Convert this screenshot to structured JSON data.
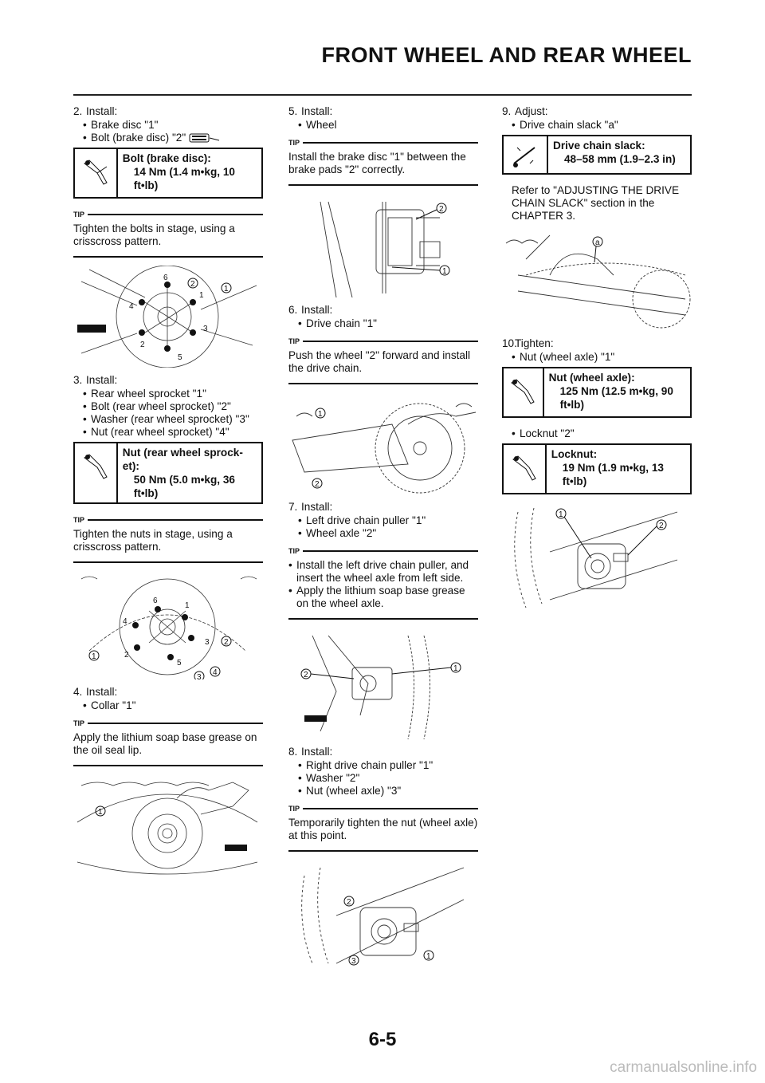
{
  "header": {
    "title": "FRONT WHEEL AND REAR WHEEL"
  },
  "page_number": "6-5",
  "watermark": "carmanualsonline.info",
  "callouts": {
    "c1": "1",
    "c2": "2",
    "c3": "3",
    "c4": "4",
    "c5": "5",
    "c6": "6",
    "ca": "a"
  },
  "col1": {
    "step2": {
      "num": "2.",
      "title": "Install:",
      "b1": "Brake disc \"1\"",
      "b2": "Bolt (brake disc) \"2\""
    },
    "box1": {
      "title": "Bolt (brake disc):",
      "value": "14 Nm (1.4 m•kg, 10 ft•lb)"
    },
    "tip1": {
      "label": "TIP",
      "text": "Tighten the bolts in stage, using a crisscross pattern."
    },
    "step3": {
      "num": "3.",
      "title": "Install:",
      "b1": "Rear wheel sprocket \"1\"",
      "b2": "Bolt (rear wheel sprocket) \"2\"",
      "b3": "Washer (rear wheel sprocket) \"3\"",
      "b4": "Nut (rear wheel sprocket) \"4\""
    },
    "box2": {
      "title": "Nut (rear wheel sprock-et):",
      "value": "50 Nm (5.0 m•kg, 36 ft•lb)"
    },
    "tip2": {
      "label": "TIP",
      "text": "Tighten the nuts in stage, using a crisscross pattern."
    },
    "step4": {
      "num": "4.",
      "title": "Install:",
      "b1": "Collar \"1\""
    },
    "tip3": {
      "label": "TIP",
      "text": "Apply the lithium soap base grease on the oil seal lip."
    }
  },
  "col2": {
    "step5": {
      "num": "5.",
      "title": "Install:",
      "b1": "Wheel"
    },
    "tip1": {
      "label": "TIP",
      "text": "Install the brake disc \"1\" between the brake pads \"2\" correctly."
    },
    "step6": {
      "num": "6.",
      "title": "Install:",
      "b1": "Drive chain \"1\""
    },
    "tip2": {
      "label": "TIP",
      "text": "Push the wheel \"2\" forward and install the drive chain."
    },
    "step7": {
      "num": "7.",
      "title": "Install:",
      "b1": "Left drive chain puller \"1\"",
      "b2": "Wheel axle \"2\""
    },
    "tip3": {
      "label": "TIP",
      "b1": "Install the left drive chain puller, and insert the wheel axle from left side.",
      "b2": "Apply the lithium soap base grease on the wheel axle."
    },
    "step8": {
      "num": "8.",
      "title": "Install:",
      "b1": "Right drive chain puller \"1\"",
      "b2": "Washer \"2\"",
      "b3": "Nut (wheel axle) \"3\""
    },
    "tip4": {
      "label": "TIP",
      "text": "Temporarily tighten the nut (wheel axle) at this point."
    }
  },
  "col3": {
    "step9": {
      "num": "9.",
      "title": "Adjust:",
      "b1": "Drive chain slack \"a\""
    },
    "box1": {
      "title": "Drive chain slack:",
      "value": "48–58 mm (1.9–2.3 in)"
    },
    "ref": "Refer to \"ADJUSTING THE DRIVE CHAIN SLACK\" section in the CHAPTER 3.",
    "step10": {
      "num": "10.",
      "title": "Tighten:",
      "b1": "Nut (wheel axle) \"1\""
    },
    "box2": {
      "title": "Nut (wheel axle):",
      "value": "125 Nm (12.5 m•kg, 90 ft•lb)"
    },
    "b2": "Locknut \"2\"",
    "box3": {
      "title": "Locknut:",
      "value": "19 Nm (1.9 m•kg, 13 ft•lb)"
    }
  }
}
